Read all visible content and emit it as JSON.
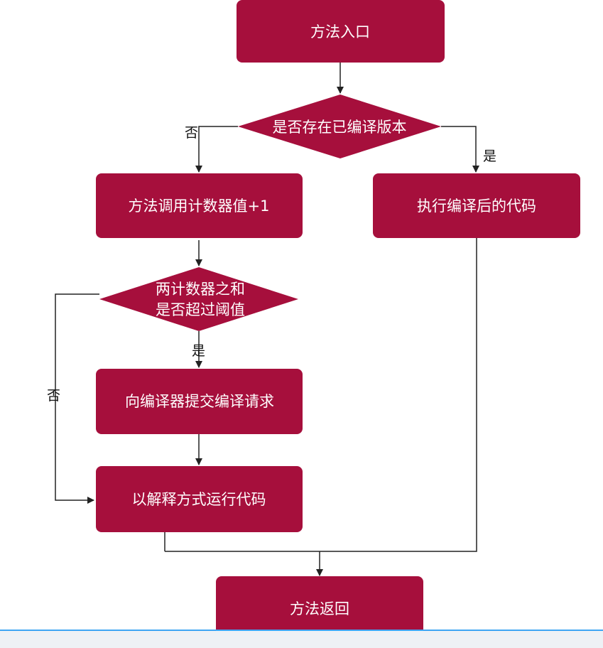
{
  "diagram": {
    "node_fill": "#a60f3c",
    "edge_color": "#222222",
    "nodes": {
      "entry": "方法入口",
      "check_compiled": "是否存在已编译版本",
      "increment_counter": "方法调用计数器值+1",
      "run_compiled": "执行编译后的代码",
      "threshold_line1": "两计数器之和",
      "threshold_line2": "是否超过阈值",
      "submit_compile": "向编译器提交编译请求",
      "interpret": "以解释方式运行代码",
      "return": "方法返回"
    },
    "edge_labels": {
      "check_no": "否",
      "check_yes": "是",
      "threshold_yes": "是",
      "threshold_no": "否"
    }
  },
  "ui": {
    "progress_bar_color": "#3ea5f3"
  }
}
